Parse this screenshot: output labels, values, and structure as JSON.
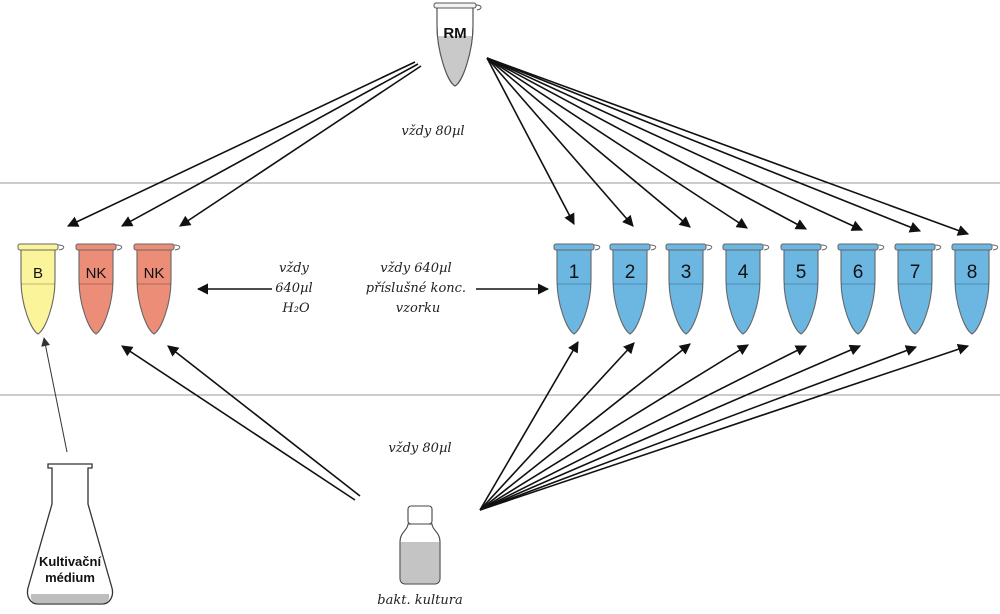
{
  "reagent": {
    "label": "RM",
    "note": "vždy 80µl"
  },
  "controls": {
    "blank_label": "B",
    "negative_labels": [
      "NK",
      "NK"
    ],
    "water_note": [
      "vždy",
      "640µl",
      "H₂O"
    ]
  },
  "samples": {
    "labels": [
      "1",
      "2",
      "3",
      "4",
      "5",
      "6",
      "7",
      "8"
    ],
    "note": [
      "vždy 640µl",
      "příslušné konc.",
      "vzorku"
    ]
  },
  "culture": {
    "label": "bakt. kultura",
    "note": "vždy 80µl"
  },
  "medium": {
    "label_lines": [
      "Kultivační",
      "médium"
    ]
  },
  "colors": {
    "blank_fill": "#fbf49a",
    "negative_fill": "#ec8d78",
    "sample_fill": "#6cb7e2",
    "reagent_fill": "#c9c9c9",
    "band_line": "#9a9a9a"
  }
}
